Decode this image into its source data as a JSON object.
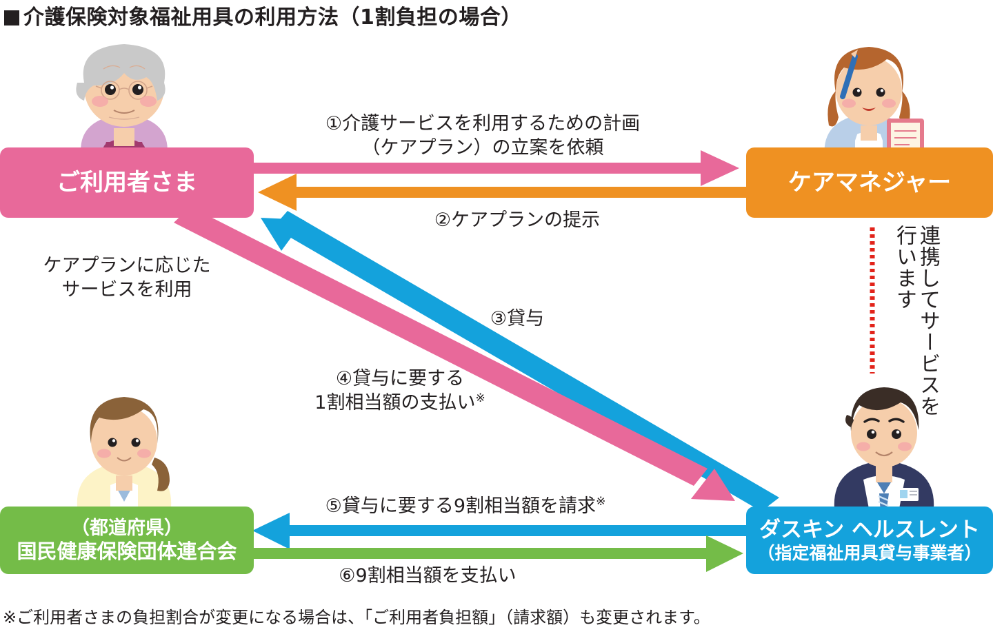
{
  "title": {
    "text": "介護保険対象福祉用具の利用方法（1割負担の場合）",
    "bullet": "filled-square"
  },
  "nodes": {
    "user": {
      "label": "ご利用者さま",
      "color": "#e8699a"
    },
    "care_manager": {
      "label": "ケアマネジャー",
      "color": "#ef9122"
    },
    "kokuho": {
      "line1": "（都道府県）",
      "line2": "国民健康保険団体連合会",
      "color": "#74bc48"
    },
    "duskin": {
      "line1": "ダスキン ヘルスレント",
      "line2": "（指定福祉用具貸与事業者）",
      "color": "#14a2dc"
    }
  },
  "flows": {
    "step1": {
      "number": "①",
      "text": "①介護サービスを利用するための計画\n（ケアプラン）の立案を依頼",
      "color": "#e8699a",
      "from": "user",
      "to": "care_manager"
    },
    "step2": {
      "number": "②",
      "text": "②ケアプランの提示",
      "color": "#ef9122",
      "from": "care_manager",
      "to": "user"
    },
    "step3": {
      "number": "③",
      "text": "③貸与",
      "color": "#14a2dc",
      "from": "duskin",
      "to": "user"
    },
    "step4": {
      "number": "④",
      "text": "④貸与に要する\n1割相当額の支払い",
      "mark": "※",
      "color": "#e8699a",
      "from": "user",
      "to": "duskin"
    },
    "step5": {
      "number": "⑤",
      "text": "⑤貸与に要する9割相当額を請求",
      "mark": "※",
      "color": "#14a2dc",
      "from": "duskin",
      "to": "kokuho"
    },
    "step6": {
      "number": "⑥",
      "text": "⑥9割相当額を支払い",
      "color": "#74bc48",
      "from": "kokuho",
      "to": "duskin"
    }
  },
  "side_note_left": "ケアプランに応じた\nサービスを利用",
  "renkei": {
    "col_right": "連携してサービスを",
    "col_left": "行います",
    "divider_color": "#e2231a"
  },
  "footnote": "※ご利用者さまの負担割合が変更になる場合は、「ご利用者負担額」（請求額）も変更されます。",
  "illustrations": {
    "elderly_woman": "elderly-woman-illustration",
    "care_manager_woman": "care-manager-woman-illustration",
    "clerk_woman": "clerk-woman-illustration",
    "sales_man": "sales-man-illustration"
  }
}
